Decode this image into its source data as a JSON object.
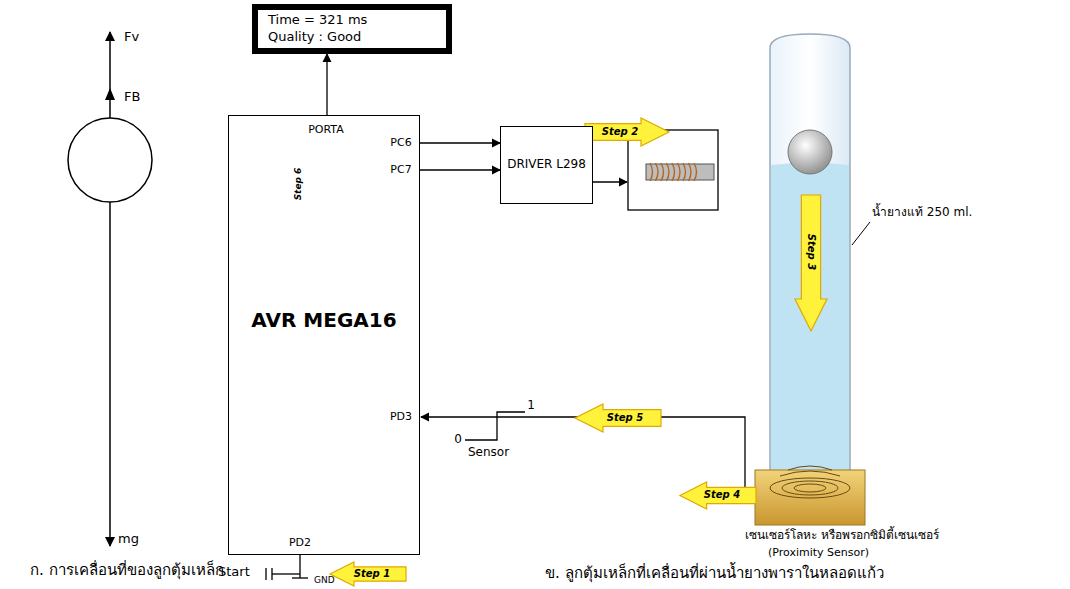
{
  "diagram": {
    "nodes": [
      {
        "text": [
          "Time = 321 ms",
          "Quality : Good"
        ]
      },
      {
        "text": [
          "AVR MEGA16"
        ]
      },
      {
        "text": [
          "DRIVER L298"
        ]
      }
    ],
    "edges": [
      {
        "from": 1,
        "to": 0,
        "arrow": "to"
      },
      {
        "from": 1,
        "to": 2,
        "arrow": "to"
      },
      {
        "from": 1,
        "to": 2,
        "arrow": "to"
      }
    ],
    "labels": [
      "Fv",
      "FB",
      "mg",
      "ก. การเคลื่อนที่ของลูกตุ้มเหล็ก",
      "PORTA",
      "PC6",
      "PC7",
      "PD3",
      "PD2",
      "Step 6",
      "Step 2",
      "Step 3",
      "น้ำยางแท้ 250 ml.",
      "Step 5",
      "1",
      "0",
      "Sensor",
      "Step 4",
      "Start",
      "GND",
      "Step 1",
      "เซนเซอร์โลหะ หรือพรอกซิมิตี้เซนเซอร์",
      "(Proximity Sensor)",
      "ข. ลูกตุ้มเหล็กที่เคลื่อนที่ผ่านน้ำยางพาราในหลอดแก้ว"
    ]
  }
}
